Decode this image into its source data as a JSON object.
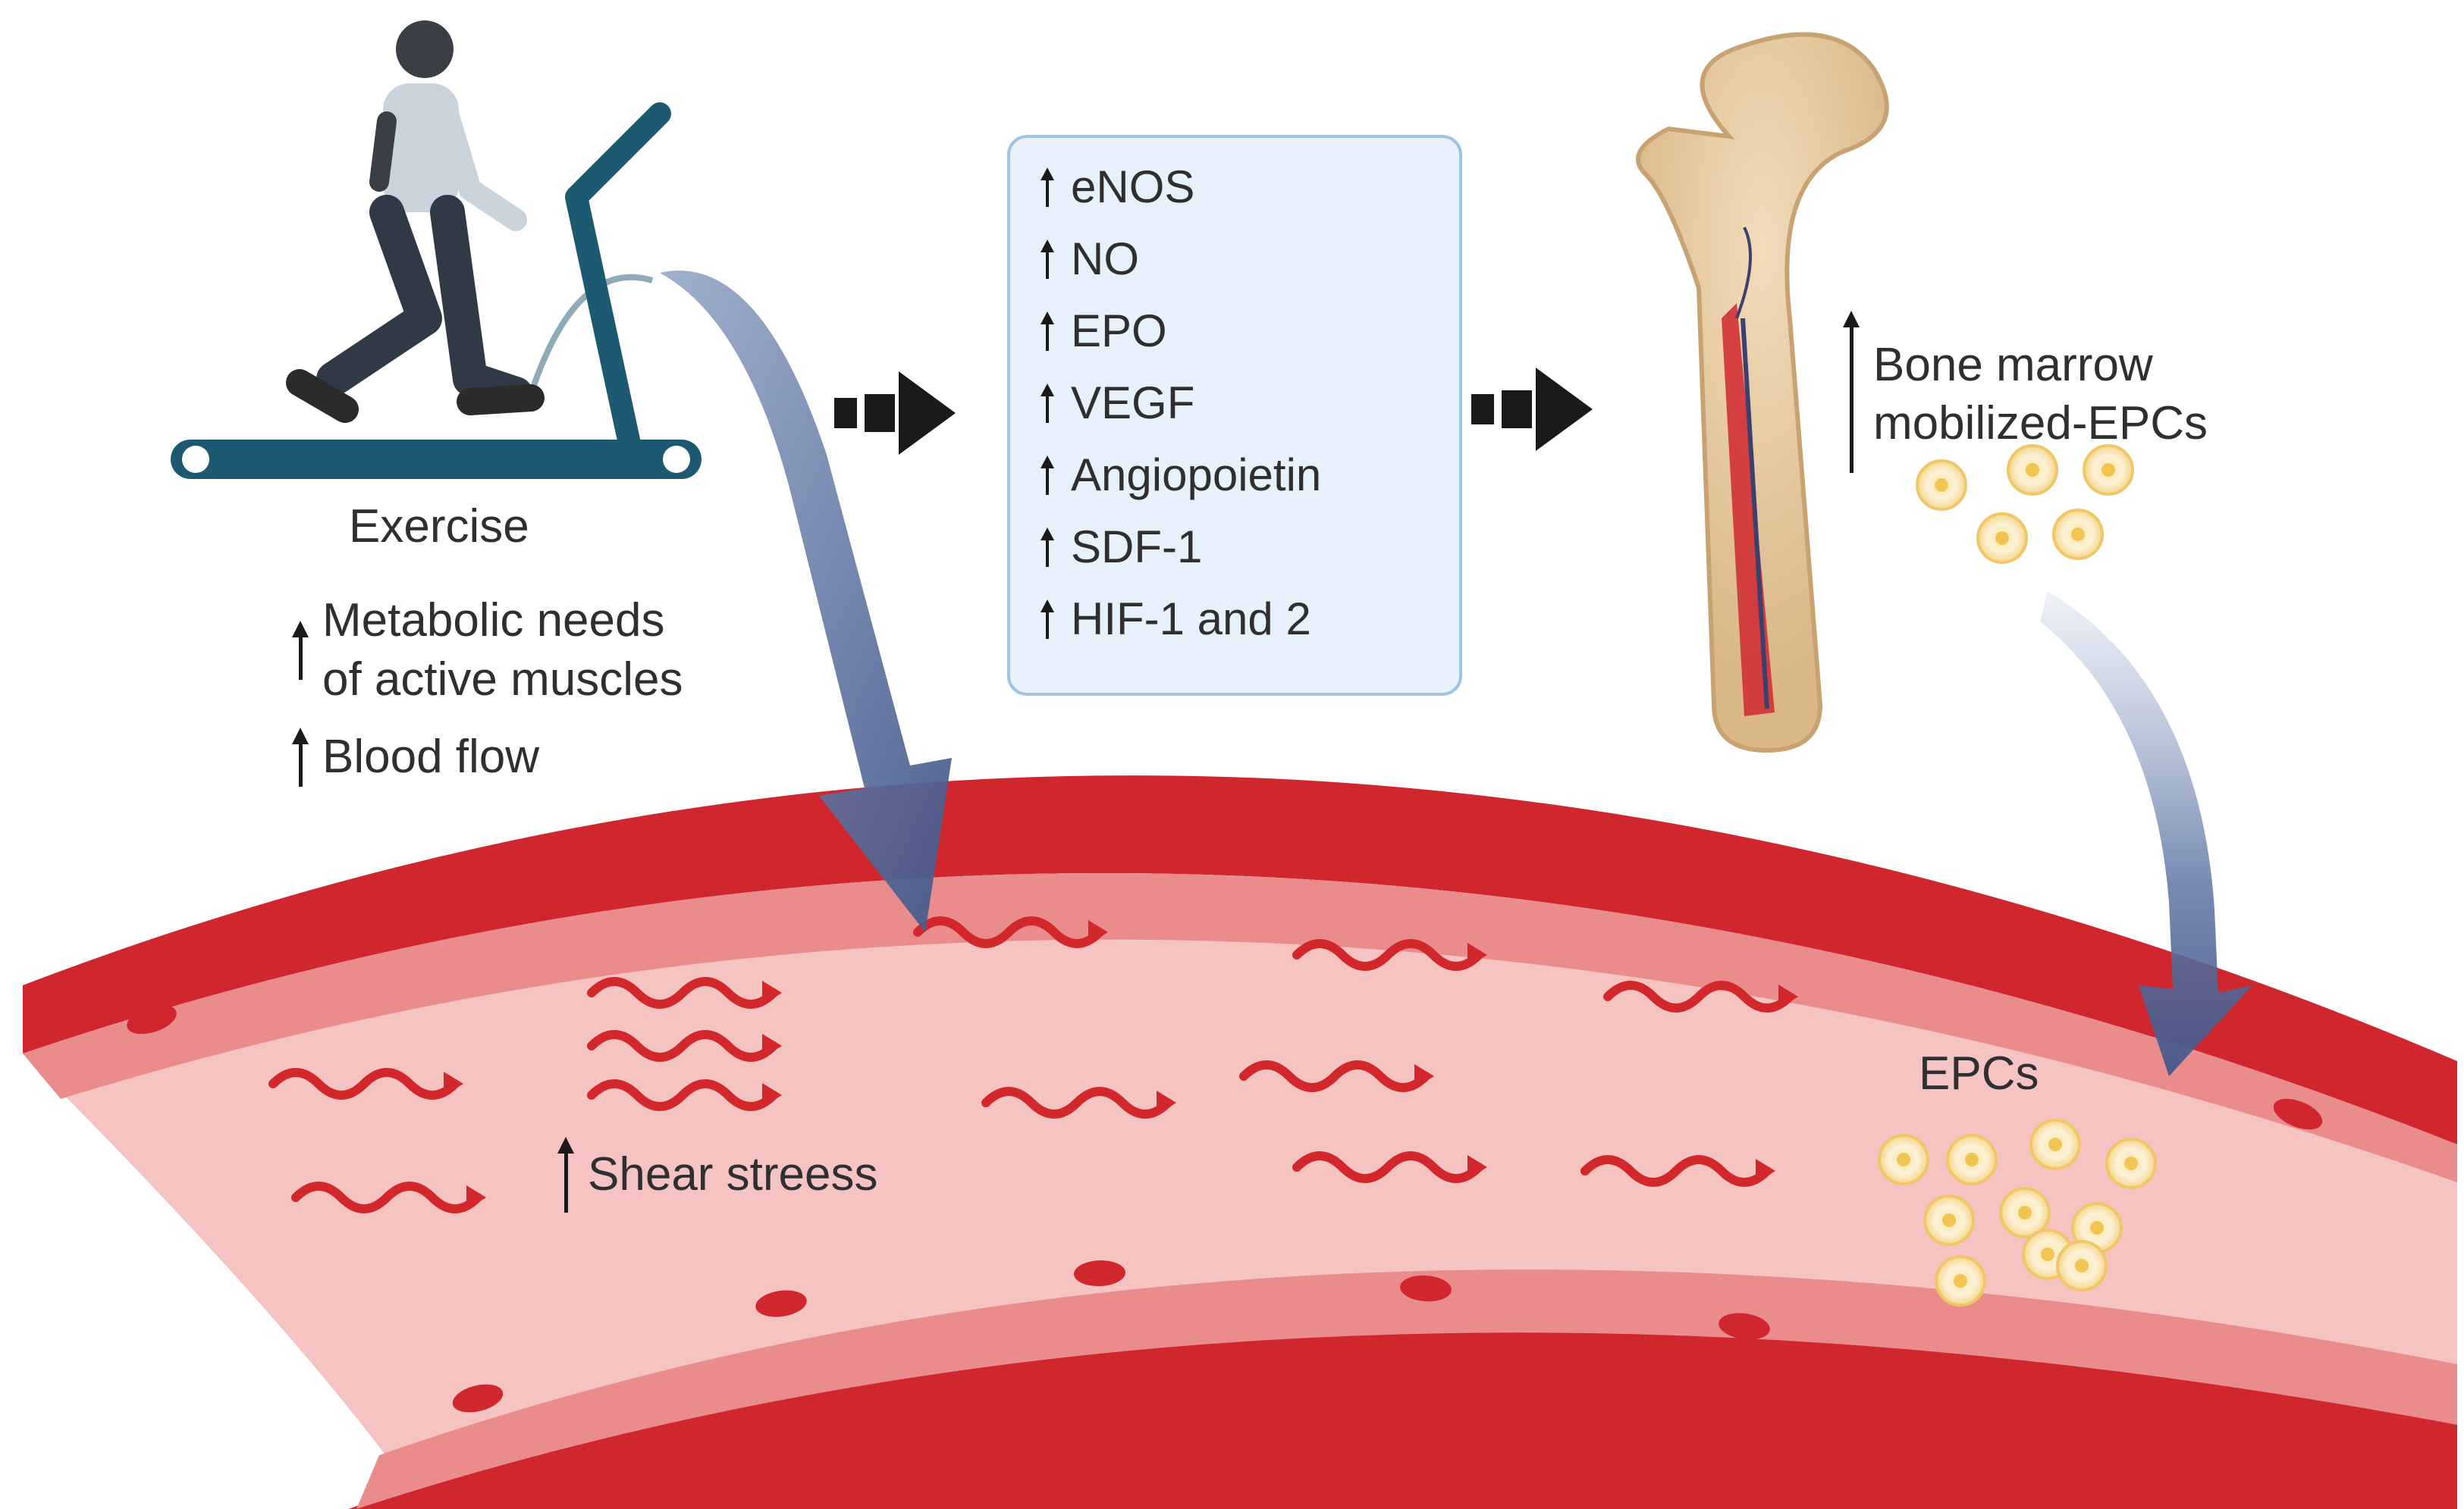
{
  "exercise": {
    "label": "Exercise",
    "effects": [
      {
        "text_lines": [
          "Metabolic needs",
          "of active muscles"
        ]
      },
      {
        "text_lines": [
          "Blood flow"
        ]
      }
    ]
  },
  "factors": [
    "eNOS",
    "NO",
    "EPO",
    "VEGF",
    "Angiopoietin",
    "SDF-1",
    "HIF-1 and 2"
  ],
  "bone_marrow": {
    "text_lines": [
      "Bone marrow",
      "mobilized-EPCs"
    ]
  },
  "vessel": {
    "shear_stress_label": "Shear streess",
    "epcs_label": "EPCs"
  },
  "colors": {
    "vessel_wall": "#d0272f",
    "endothelium": "#e98585",
    "lumen": "#f6c3c3",
    "flow_arrow": "#d3282b",
    "big_arrow": "#4f6692",
    "factor_box_fill": "#e6f1fb",
    "factor_box_border": "#9fc3e0",
    "treadmill": "#1d5a72",
    "epc_cell": "#f7e0a0"
  }
}
